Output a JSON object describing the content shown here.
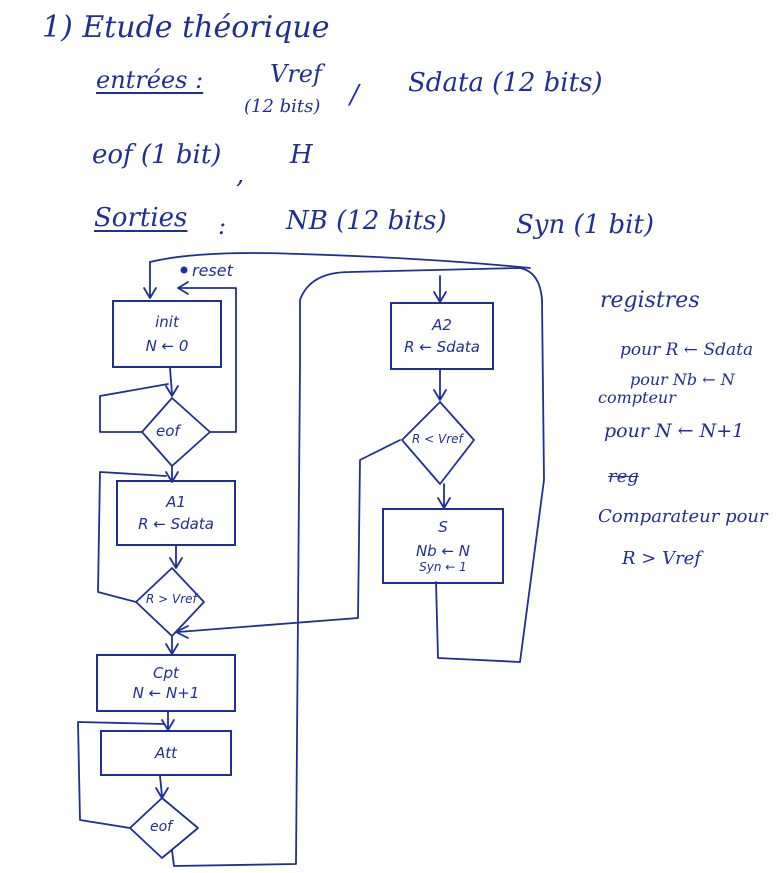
{
  "header": {
    "title": "1) Etude théorique",
    "inputs_label": "entrées :",
    "inputs_vref": "Vref",
    "inputs_vref_bits": "(12 bits)",
    "inputs_sep": "/",
    "inputs_sdata": "Sdata (12 bits)",
    "eof_line": "eof (1 bit)",
    "eof_comma": ",",
    "eof_h": "H",
    "outputs_label": "Sorties",
    "outputs_colon": ":",
    "outputs_nb": "NB (12 bits)",
    "outputs_syn": "Syn (1 bit)"
  },
  "flow": {
    "reset": "reset",
    "init_title": "init",
    "init_op": "N ← 0",
    "eof1": "eof",
    "a1_title": "A1",
    "a1_op": "R ← Sdata",
    "cond_r_gt_vref": "R > Vref",
    "cpt_title": "Cpt",
    "cpt_op": "N ← N+1",
    "att_title": "Att",
    "eof2": "eof",
    "a2_title": "A2",
    "a2_op": "R ← Sdata",
    "cond_r_lt_vref": "R < Vref",
    "s_title": "S",
    "s_op1": "Nb ← N",
    "s_op2": "Syn ← 1"
  },
  "notes": {
    "registres": "registres",
    "reg1": "pour R ← Sdata",
    "reg2": "pour Nb ← N",
    "compteur": "compteur",
    "cpt1": "pour N ← N+1",
    "strike": "reg",
    "comparateur": "Comparateur pour",
    "comp1": "R > Vref"
  }
}
